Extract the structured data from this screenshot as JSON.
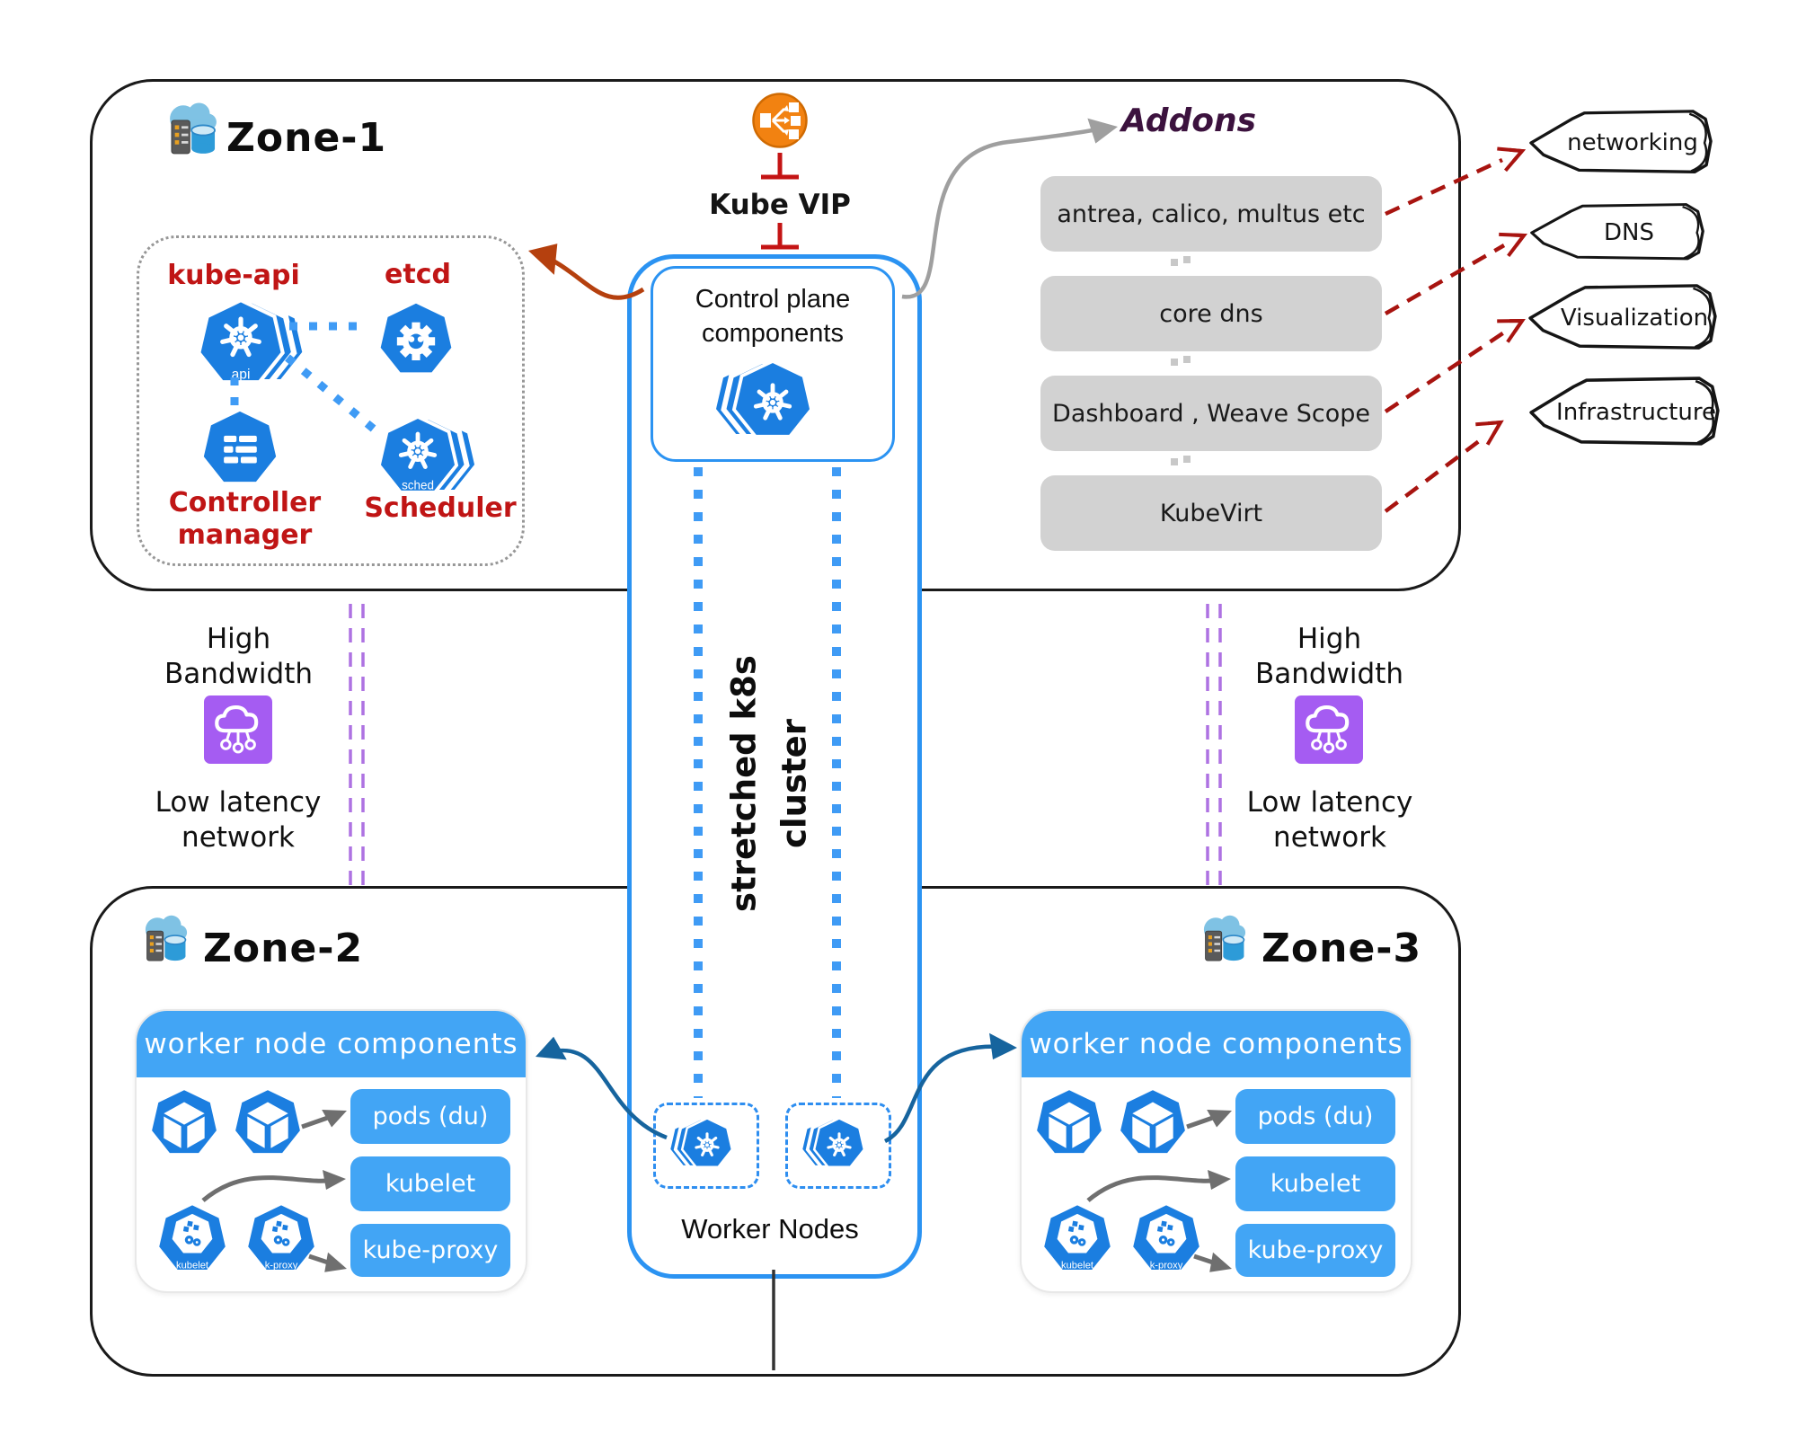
{
  "zone1": {
    "title": "Zone-1"
  },
  "zone2": {
    "title": "Zone-2"
  },
  "zone3": {
    "title": "Zone-3"
  },
  "kube_vip": {
    "label": "Kube VIP"
  },
  "control_plane": {
    "title": "Control plane components",
    "kube_api": "kube-api",
    "etcd": "etcd",
    "controller_manager": "Controller manager",
    "scheduler": "Scheduler"
  },
  "icons": {
    "api": "api",
    "sched": "sched",
    "kubelet": "kubelet",
    "kproxy": "k-proxy"
  },
  "cluster": {
    "label": "stretched k8s cluster",
    "worker_nodes": "Worker Nodes"
  },
  "addons": {
    "title": "Addons",
    "items": [
      "antrea, calico, multus etc",
      "core dns",
      "Dashboard , Weave Scope",
      "KubeVirt"
    ]
  },
  "tags": [
    "networking",
    "DNS",
    "Visualization",
    "Infrastructure"
  ],
  "bandwidth": {
    "high": "High",
    "bandwidth": "Bandwidth",
    "low_latency": "Low latency",
    "network": "network"
  },
  "worker_card": {
    "title": "worker node components",
    "buttons": [
      "pods (du)",
      "kubelet",
      "kube-proxy"
    ]
  },
  "colors": {
    "k8s_blue": "#1b7ee0",
    "sky_blue": "#42a5f5",
    "box_border_blue": "#2b93f2",
    "addon_gray": "#d2d2d2",
    "red_label": "#c01515",
    "dark_red_arrow": "#a81410",
    "rust_arrow": "#b5400e",
    "purple": "#a55cf2",
    "purple_dash": "#ae72e2",
    "orange": "#f28211",
    "gray_arrow": "#9f9f9f"
  }
}
